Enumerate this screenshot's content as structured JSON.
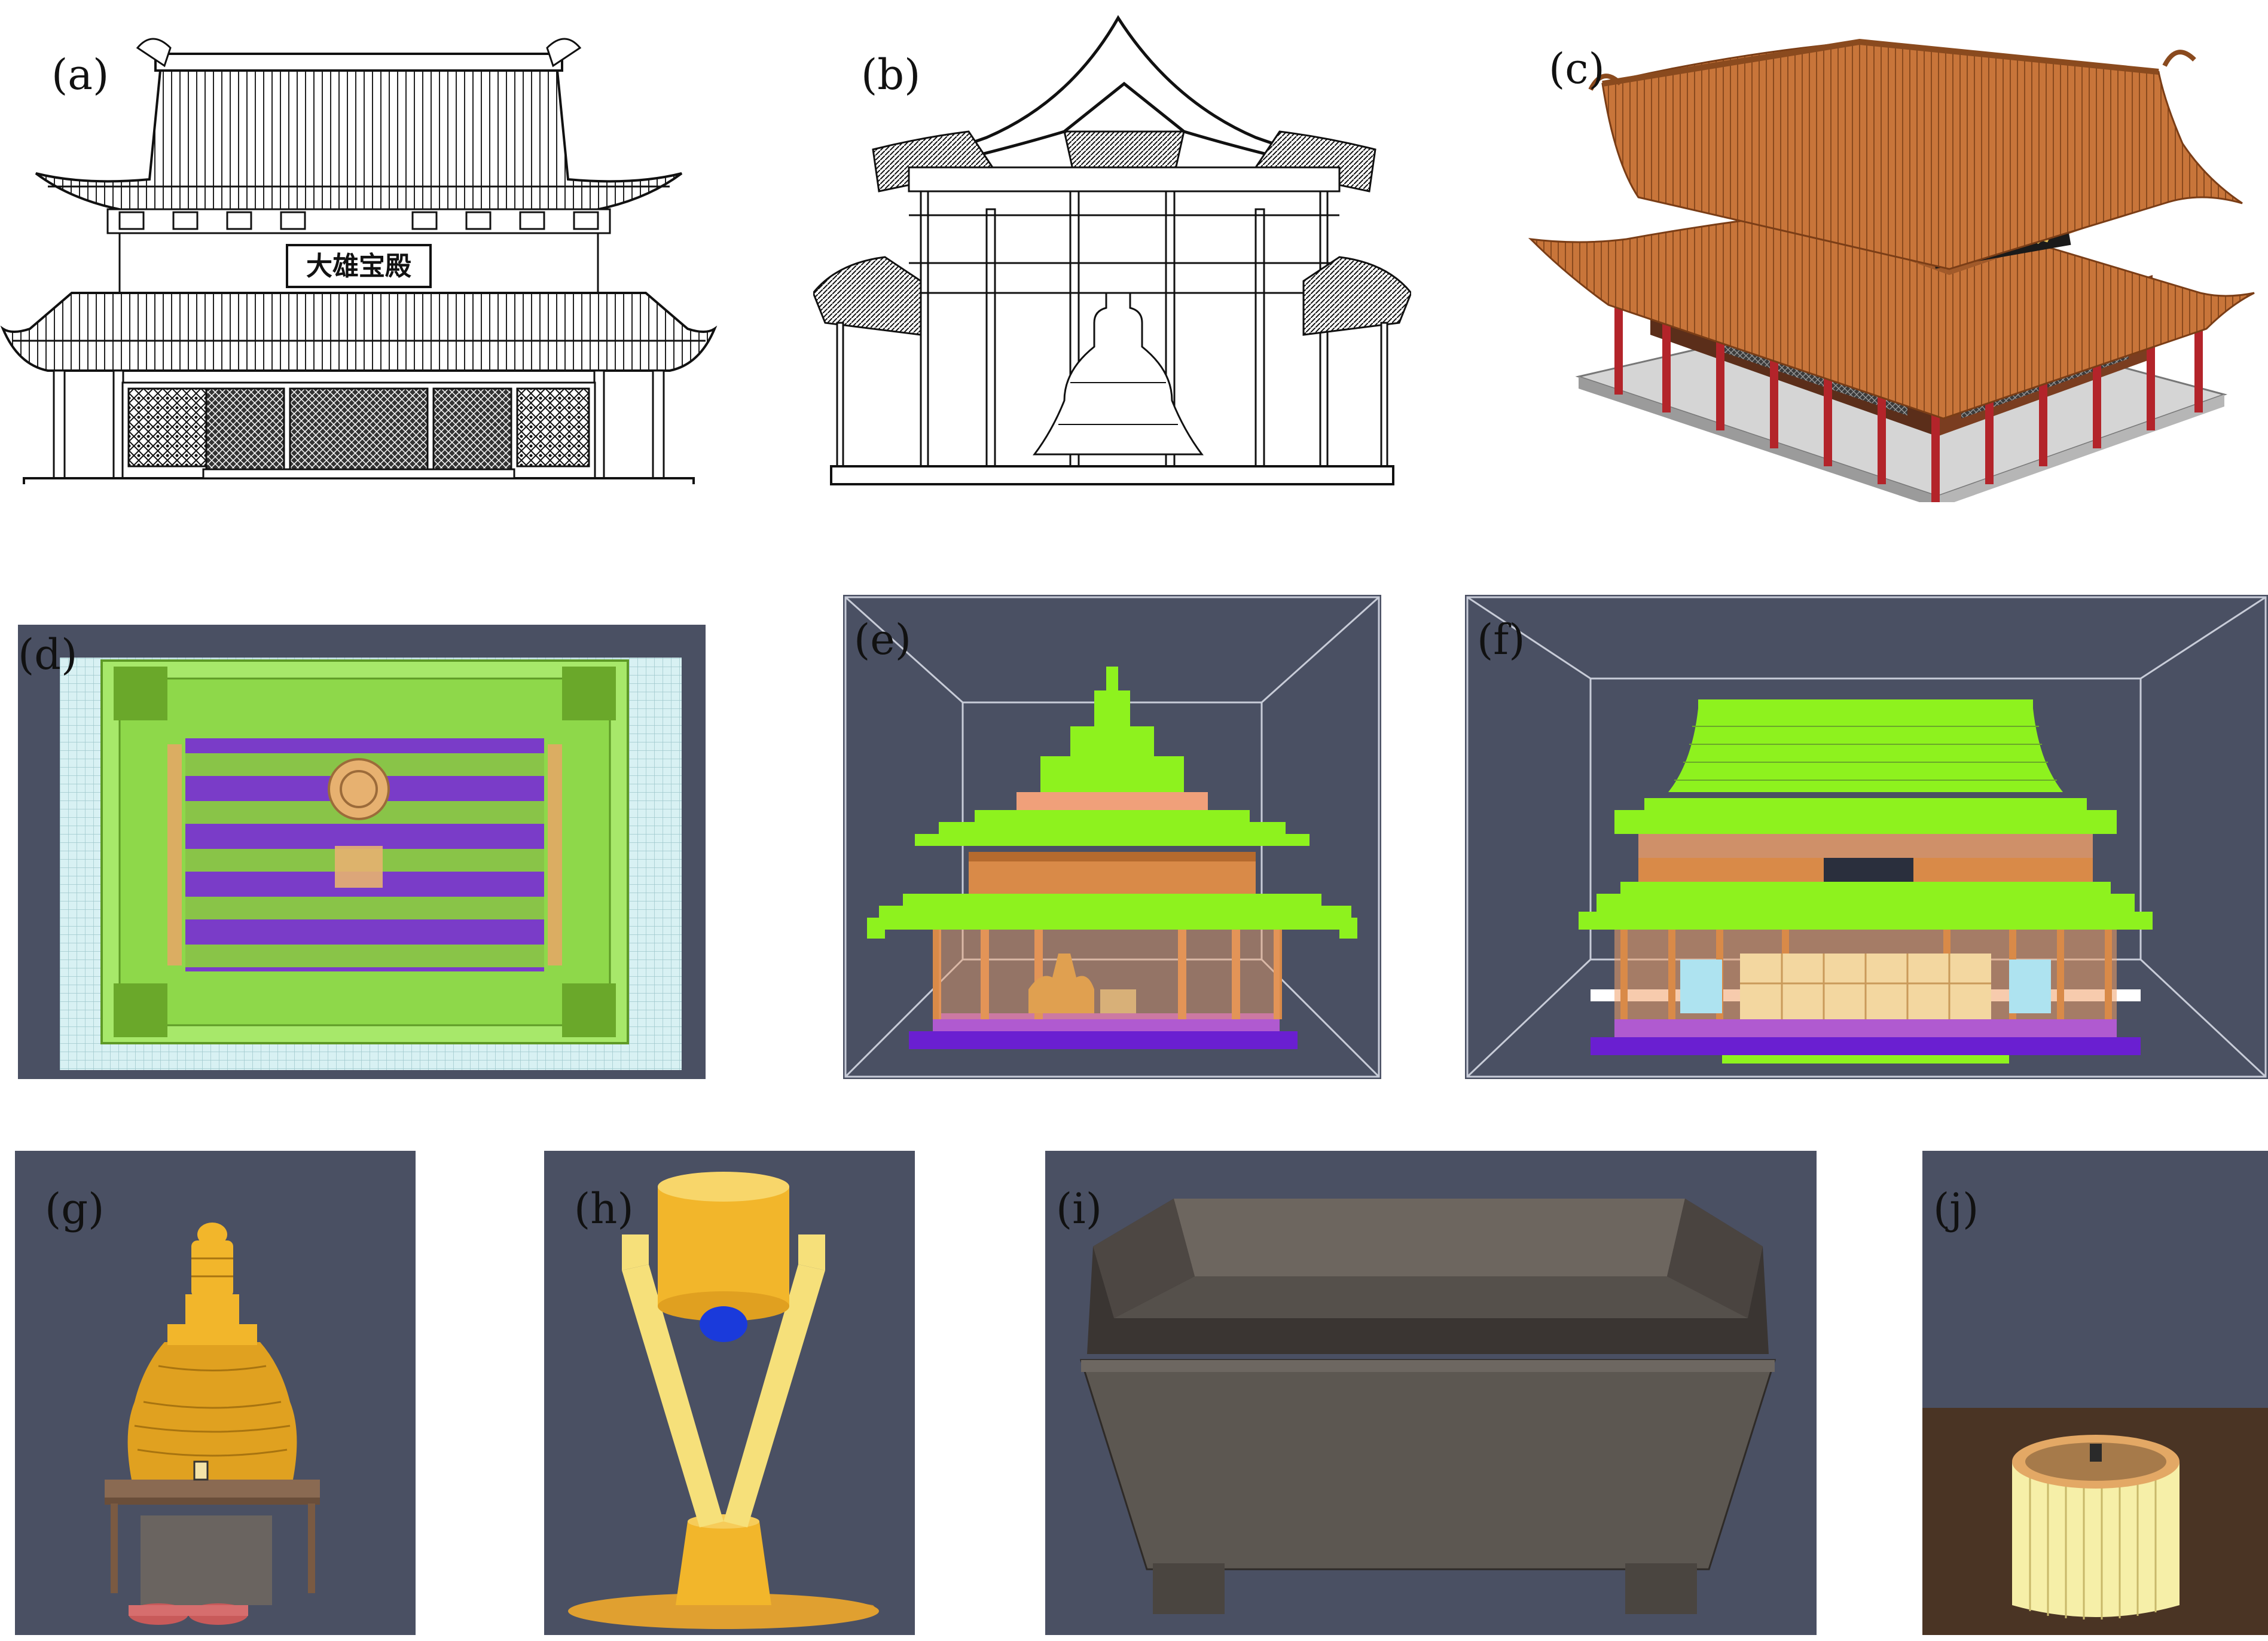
{
  "figure": {
    "labels": {
      "a": "(a)",
      "b": "(b)",
      "c": "(c)",
      "d": "(d)",
      "e": "(e)",
      "f": "(f)",
      "g": "(g)",
      "h": "(h)",
      "i": "(i)",
      "j": "(j)"
    },
    "signboard": "大雄宝殿"
  },
  "colors": {
    "voxel_background": "#4a5063",
    "roof_green": "#8ef21e",
    "wood_orange": "#e39a5a",
    "base_purple": "#6a1fd1",
    "gold": "#f2b62b",
    "brown_roof": "#c8753a",
    "column_red": "#b3242a",
    "basin_gray": "#5c5751"
  }
}
